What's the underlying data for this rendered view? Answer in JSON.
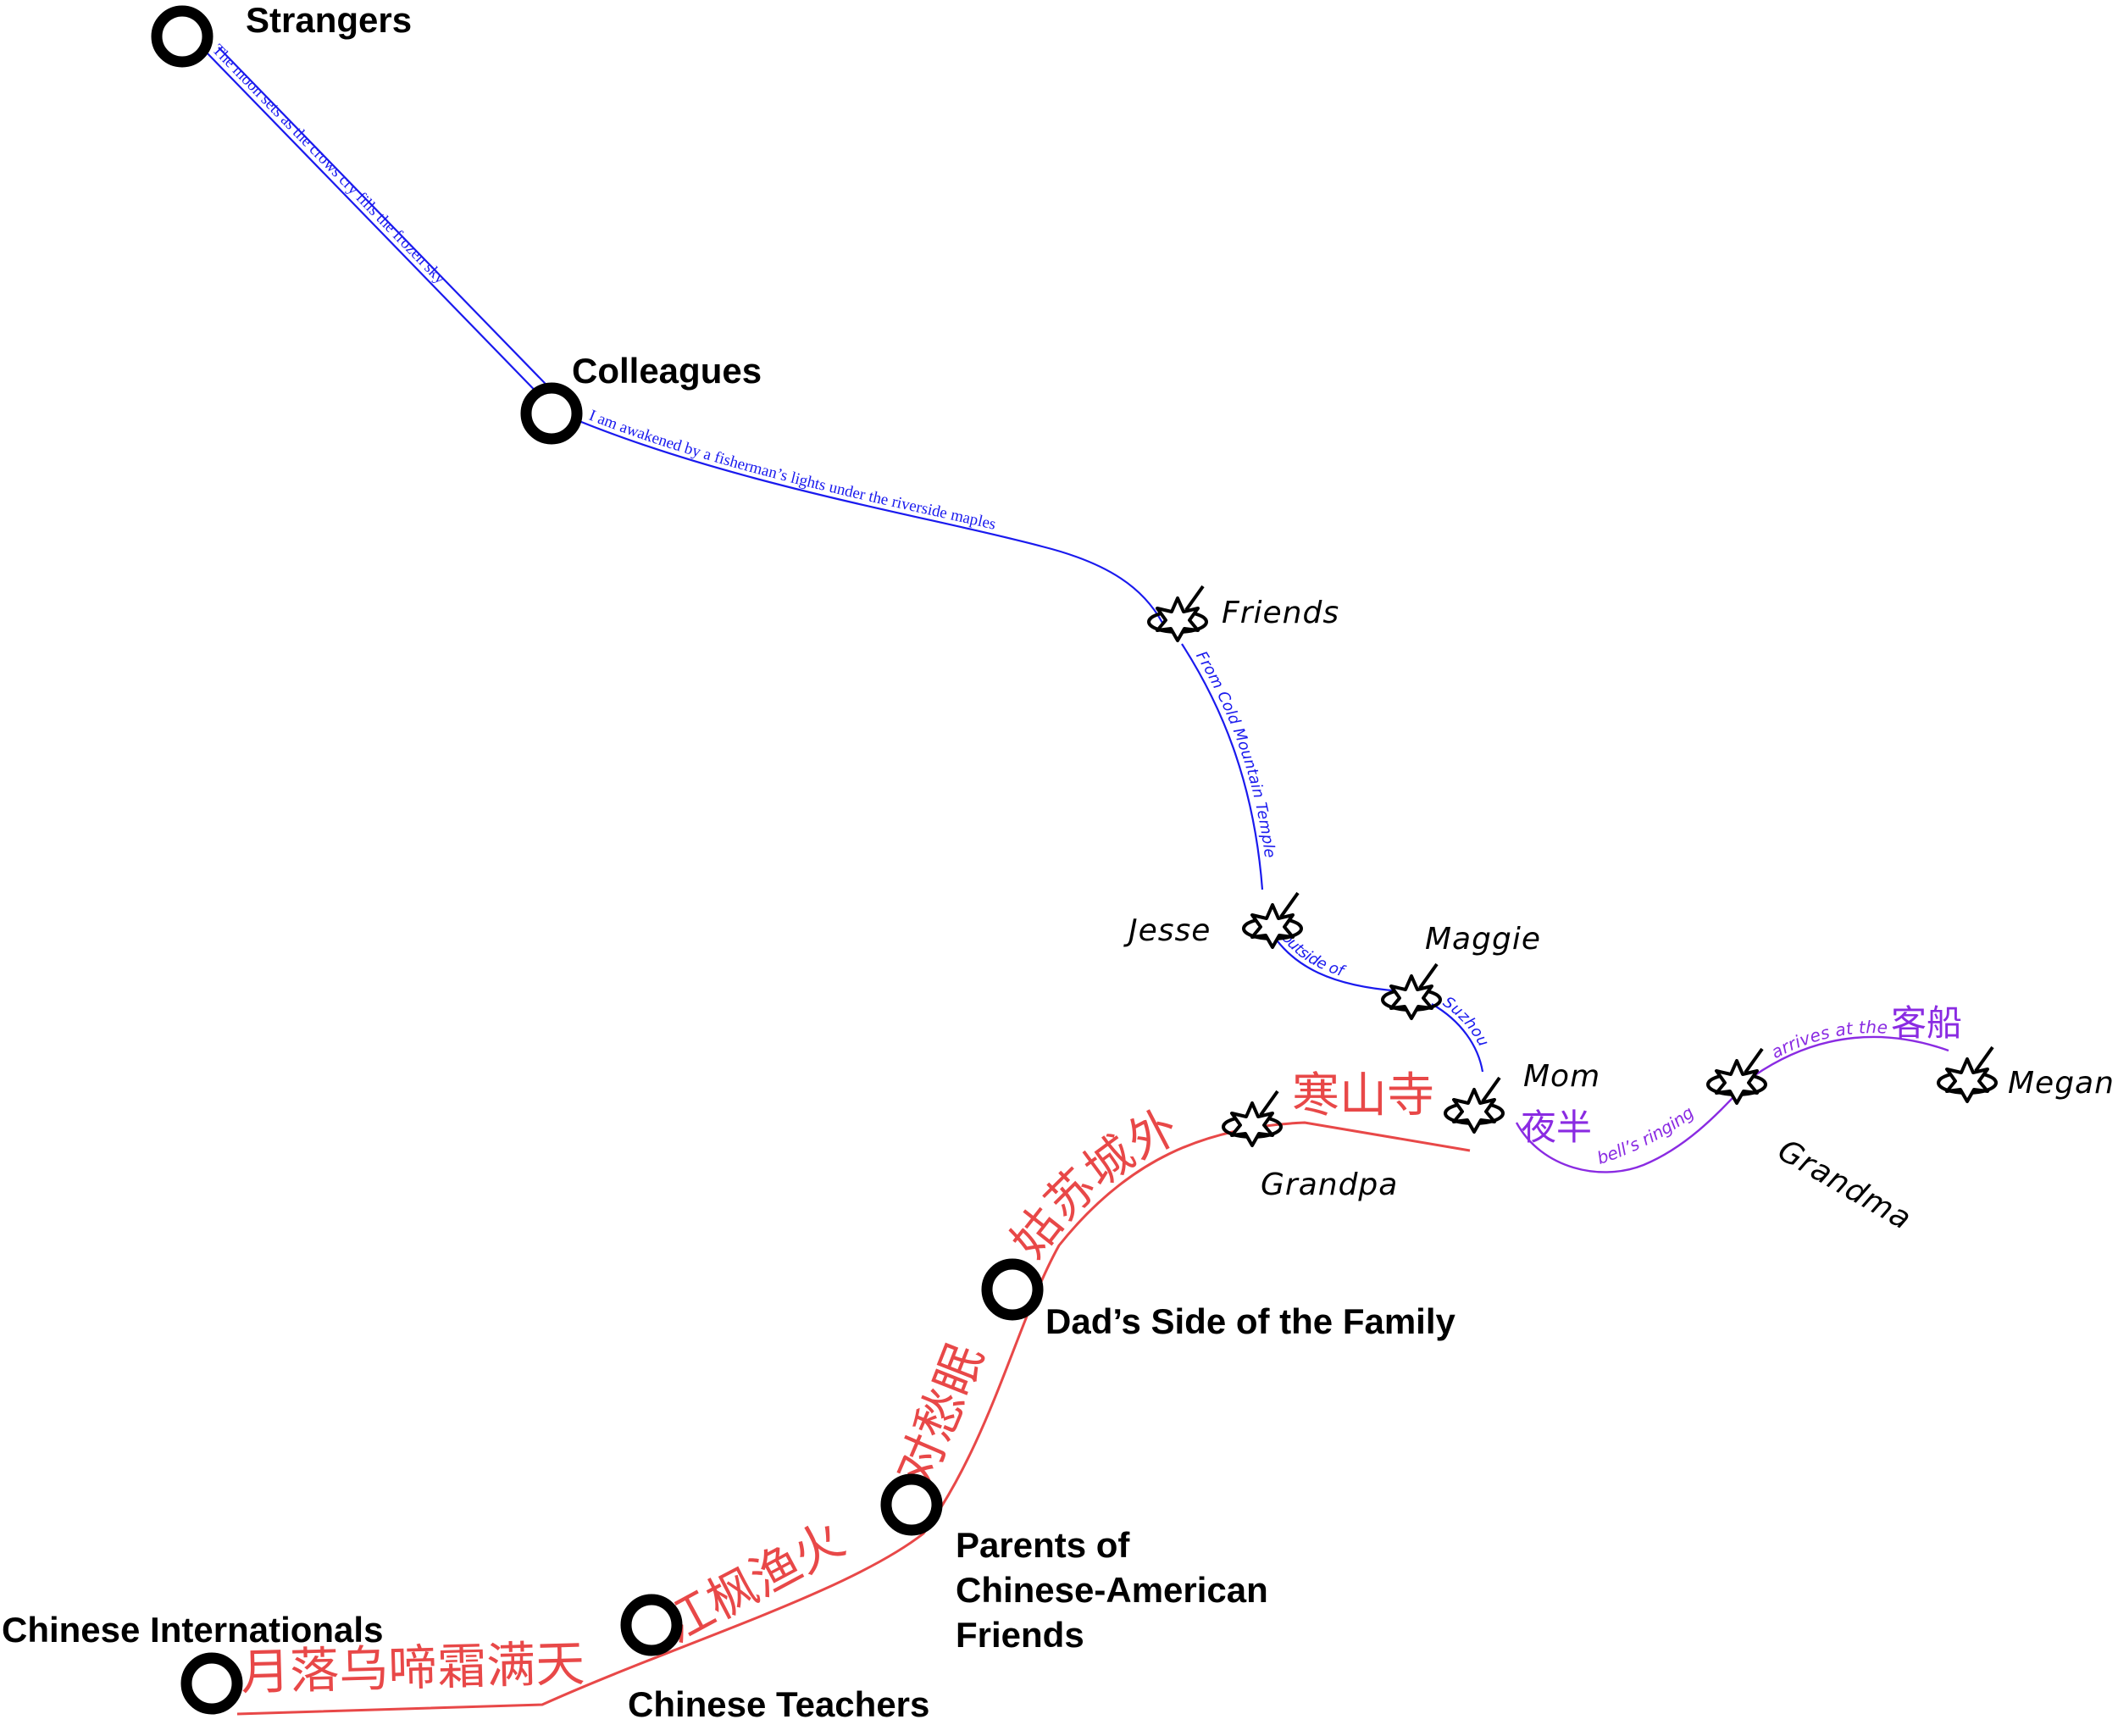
{
  "nodes": {
    "strangers": "Strangers",
    "colleagues": "Colleagues",
    "friends": "Friends",
    "jesse": "Jesse",
    "maggie": "Maggie",
    "mom": "Mom",
    "megan": "Megan",
    "grandma": "Grandma",
    "grandpa": "Grandpa",
    "dads_side": "Dad’s Side of the Family",
    "parents_line1": "Parents of",
    "parents_line2": "Chinese-American",
    "parents_line3": "Friends",
    "chinese_teachers": "Chinese Teachers",
    "chinese_internationals": "Chinese Internationals"
  },
  "lyrics": {
    "blue_1": "The moon sets as the crows cry fills the frozen sky",
    "blue_2": "I am awakened by a fisherman’s lights under the riverside maples",
    "blue_3": "From Cold Mountain Temple",
    "blue_4": "outside of",
    "blue_5": "Suzhou",
    "purple_1": "夜半",
    "purple_2": "bell’s ringing",
    "purple_3": "arrives at the",
    "purple_4": "客船",
    "red_1": "月落乌啼霜满天",
    "red_2": "江枫渔火",
    "red_3": "对愁眠",
    "red_4": "姑苏城外",
    "red_5": "寒山寺"
  },
  "colors": {
    "blue_line": "#1a1aee",
    "red_line": "#e84848",
    "purple_line": "#8a2be2",
    "node": "#000000"
  },
  "icons": [
    "circle-node-icon",
    "maple-leaf-icon"
  ]
}
